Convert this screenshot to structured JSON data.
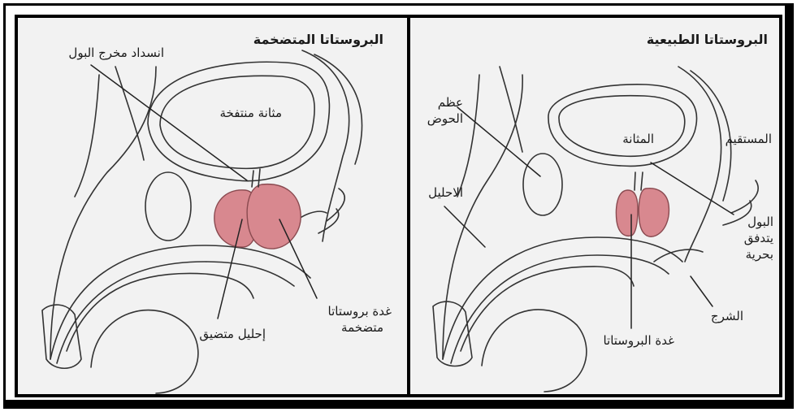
{
  "left_panel": {
    "title": "البروستاتا المتضخمة",
    "labels": {
      "urethral_blockage": "انسداد مخرج البول",
      "distended_bladder": "مثانة منتفخة",
      "narrowed_urethra": "إحليل متضيق",
      "enlarged_prostate_line1": "غدة بروستاتا",
      "enlarged_prostate_line2": "متضخمة"
    }
  },
  "right_panel": {
    "title": "البروستاتا الطبيعية",
    "labels": {
      "pubic_bone_line1": "عظم",
      "pubic_bone_line2": "الحوض",
      "bladder": "المثانة",
      "rectum": "المستقيم",
      "urethra": "الاحليل",
      "urine_flow_line1": "البول",
      "urine_flow_line2": "يتدفق",
      "urine_flow_line3": "بحرية",
      "anus": "الشرج",
      "prostate_gland": "غدة البروستاتا"
    }
  },
  "colors": {
    "prostate_fill": "#d8888f",
    "line": "#333333",
    "background": "#f2f2f2",
    "frame": "#000000"
  }
}
